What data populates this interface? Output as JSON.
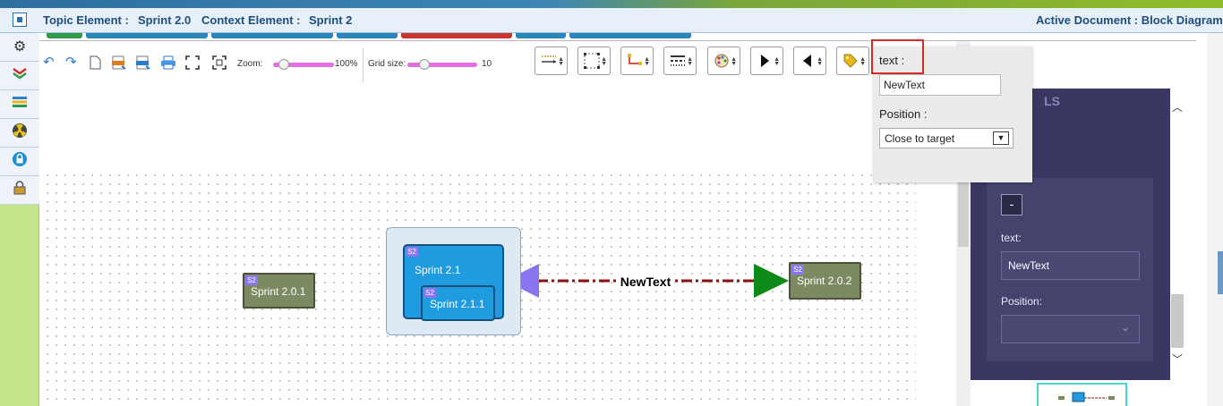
{
  "header": {
    "topic_label": "Topic Element :",
    "topic_value": "Sprint 2.0",
    "context_label": "Context Element :",
    "context_value": "Sprint 2",
    "active_doc": "Active Document : Block Diagram"
  },
  "tabs": [
    {
      "color": "#2f9a4a"
    },
    {
      "color": "#2a86b8"
    },
    {
      "color": "#2a86b8"
    },
    {
      "color": "#2a86b8"
    },
    {
      "color": "#c9342e"
    },
    {
      "color": "#2a86b8"
    },
    {
      "color": "#2a86b8"
    }
  ],
  "sidebar": {
    "items": [
      {
        "icon": "gear-icon"
      },
      {
        "icon": "layers-icon"
      },
      {
        "icon": "stack-icon"
      },
      {
        "icon": "radiation-icon"
      },
      {
        "icon": "lock-icon"
      },
      {
        "icon": "padlock-icon"
      }
    ]
  },
  "toolbar": {
    "zoom_label": "Zoom:",
    "zoom_value": "100%",
    "zoom_level": 0.1,
    "grid_label": "Grid size:",
    "grid_value": "10",
    "grid_level": 0.2
  },
  "diagram": {
    "badge": "S2",
    "nodes": {
      "sprint201": "Sprint 2.0.1",
      "sprint21": "Sprint 2.1",
      "sprint211": "Sprint 2.1.1",
      "sprint202": "Sprint 2.0.2"
    },
    "connector_label": "NewText"
  },
  "popup": {
    "text_label": "text :",
    "text_value": "NewText",
    "position_label": "Position :",
    "position_value": "Close to target"
  },
  "panel": {
    "title_fragment": "LS",
    "minus": "-",
    "text_label": "text:",
    "text_value": "NewText",
    "position_label": "Position:"
  },
  "colors": {
    "node_olive": "#7b8a60",
    "node_blue": "#1f9be0",
    "arrow_purple": "#8a74f0",
    "arrow_green": "#0d8a18",
    "connector_red": "#8b0f0f"
  }
}
